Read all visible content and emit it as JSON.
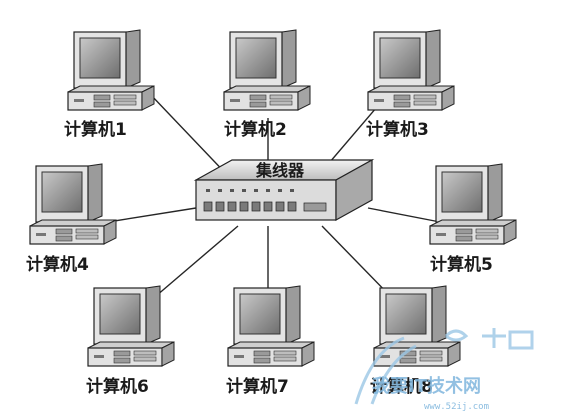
{
  "hub": {
    "label": "集线器"
  },
  "computers": [
    {
      "label": "计算机1"
    },
    {
      "label": "计算机2"
    },
    {
      "label": "计算机3"
    },
    {
      "label": "计算机4"
    },
    {
      "label": "计算机5"
    },
    {
      "label": "计算机6"
    },
    {
      "label": "计算机7"
    },
    {
      "label": "计算机8"
    }
  ],
  "watermark": {
    "text": "我要IT技术网",
    "url": "www.52ij.com"
  },
  "colors": {
    "line": "#262626",
    "hub_body": "#d6d6d6",
    "monitor_screen": "#9a9a9a",
    "watermark": "#7fb6dd"
  }
}
